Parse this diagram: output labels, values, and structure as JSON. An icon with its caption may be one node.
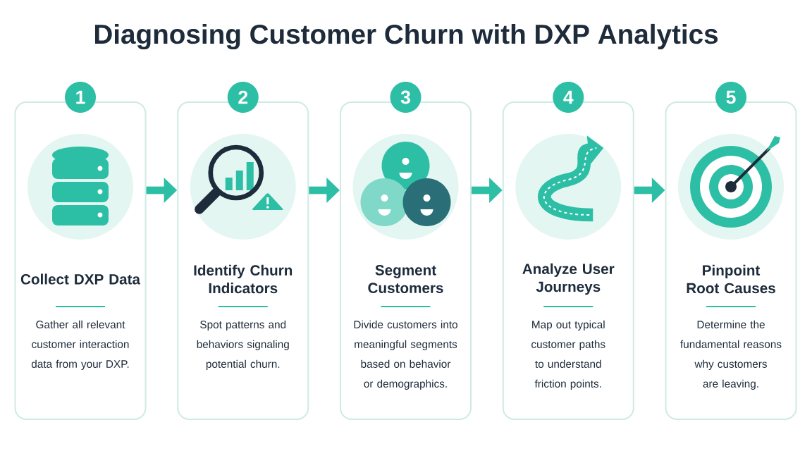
{
  "diagram": {
    "title": "Diagnosing Customer Churn with DXP Analytics",
    "nodes": [
      {
        "text": [
          "1",
          "Collect DXP Data",
          "Gather all relevant customer interaction data from your DXP."
        ]
      },
      {
        "text": [
          "2",
          "Identify Churn Indicators",
          "Spot patterns and behaviors signaling potential churn."
        ]
      },
      {
        "text": [
          "3",
          "Segment Customers",
          "Divide customers into meaningful segments based on behavior or demographics."
        ]
      },
      {
        "text": [
          "4",
          "Analyze User Journeys",
          "Map out typical customer paths to understand friction points."
        ]
      },
      {
        "text": [
          "5",
          "Pinpoint Root Causes",
          "Determine the fundamental reasons why customers are leaving."
        ]
      }
    ],
    "edges": [
      {
        "from": 0,
        "to": 1,
        "arrow": "to"
      },
      {
        "from": 1,
        "to": 2,
        "arrow": "to"
      },
      {
        "from": 2,
        "to": 3,
        "arrow": "to"
      },
      {
        "from": 3,
        "to": 4,
        "arrow": "to"
      }
    ]
  }
}
